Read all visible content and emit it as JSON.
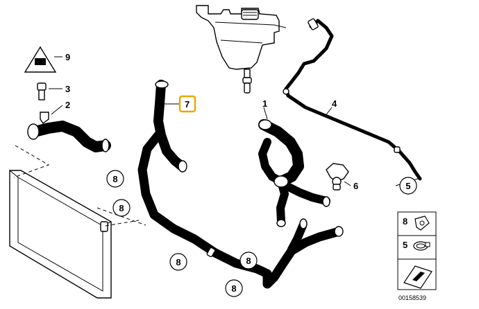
{
  "callouts": {
    "c1": "1",
    "c2": "2",
    "c3": "3",
    "c4": "4",
    "c5": "5",
    "c6": "6",
    "c7": "7",
    "c8": "8",
    "c9": "9"
  },
  "legend": {
    "row_8": "8",
    "row_5": "5"
  },
  "diagram_id": "00158539",
  "colors": {
    "highlight": "#e8a800",
    "ink": "#000000",
    "paper": "#ffffff"
  }
}
